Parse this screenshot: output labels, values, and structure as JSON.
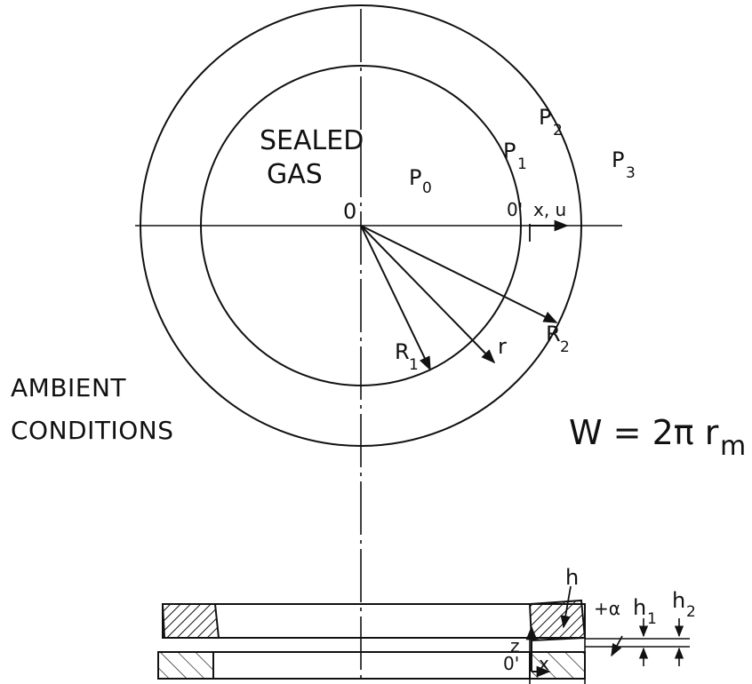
{
  "labels": {
    "sealed_gas_1": "SEALED",
    "sealed_gas_2": "GAS",
    "ambient_1": "AMBIENT",
    "ambient_2": "CONDITIONS",
    "origin": "0",
    "origin_prime": "0'",
    "axis_xu": "x, u",
    "p0": "P",
    "p0_sub": "0",
    "p1": "P",
    "p1_sub": "1",
    "p2": "P",
    "p2_sub": "2",
    "p3": "P",
    "p3_sub": "3",
    "r1": "R",
    "r1_sub": "1",
    "r": "r",
    "r2": "R",
    "r2_sub": "2",
    "formula_main": "W = 2π r",
    "formula_sub": "m",
    "h": "h",
    "alpha": "+α",
    "h1": "h",
    "h1_sub": "1",
    "h2": "h",
    "h2_sub": "2",
    "z": "z",
    "x": "x",
    "origin_prime_section": "0'"
  },
  "colors": {
    "ink": "#111111",
    "background": "#ffffff"
  }
}
